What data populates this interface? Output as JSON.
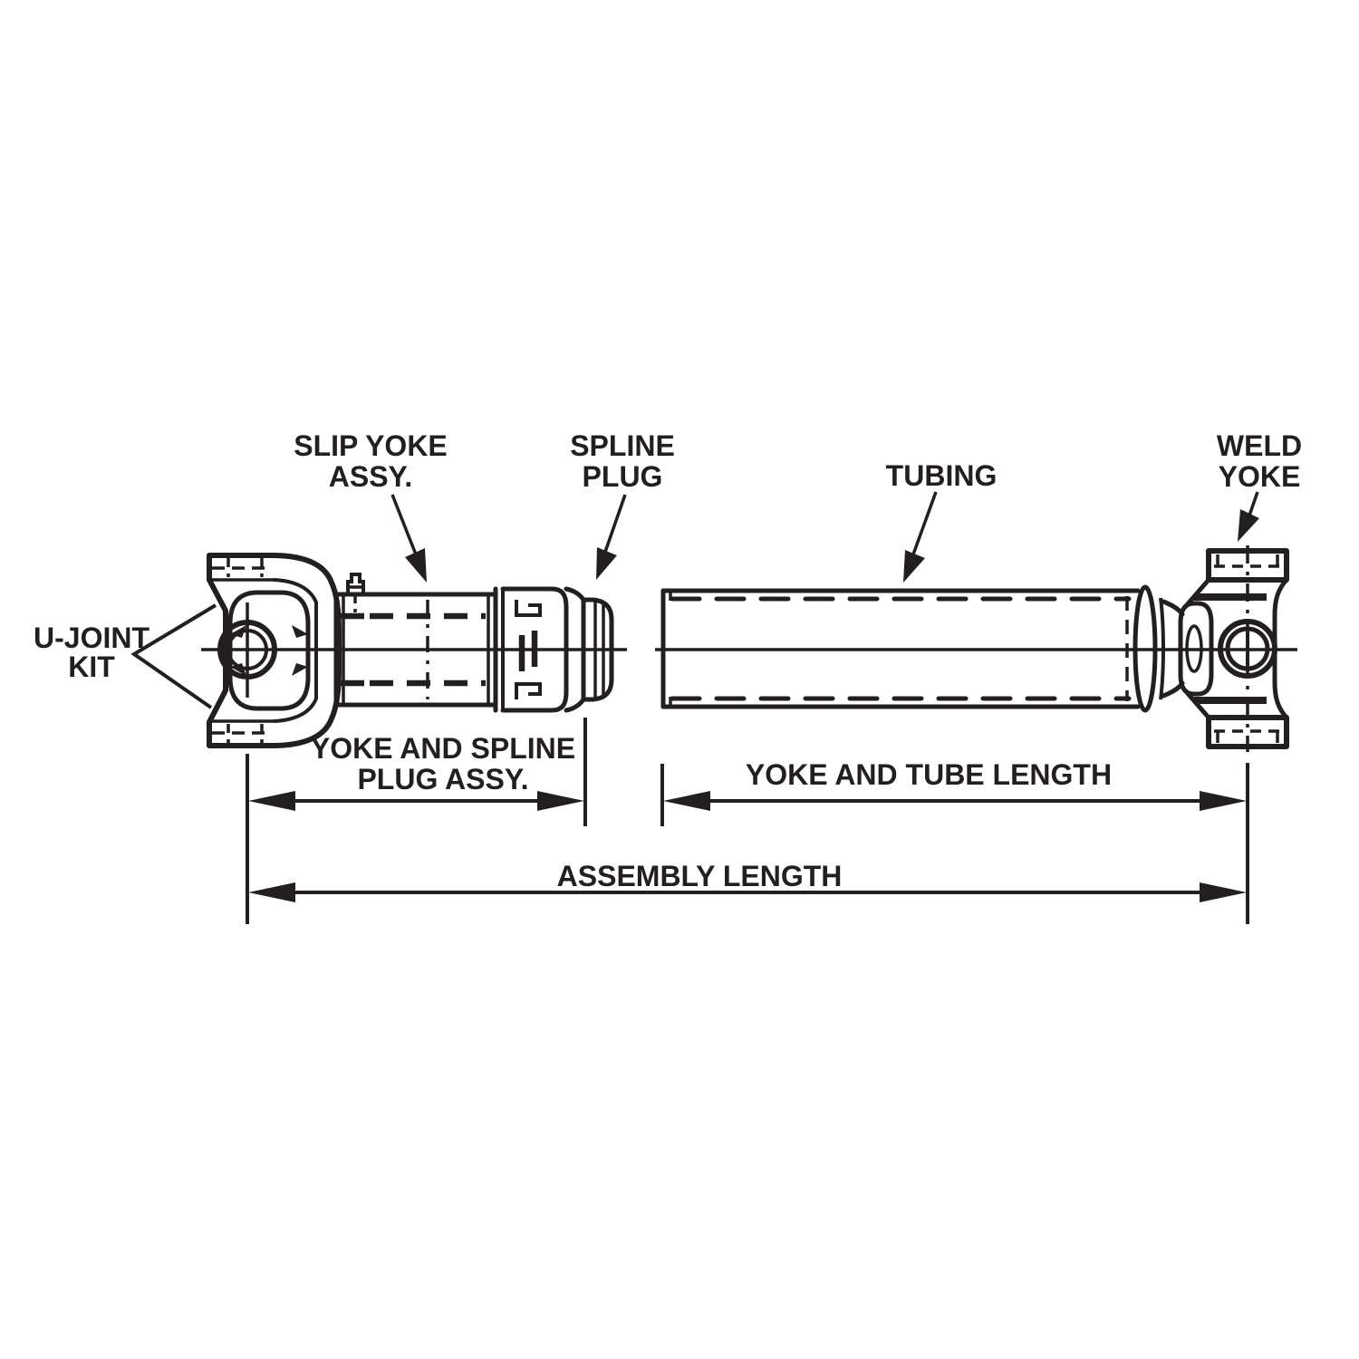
{
  "figure": {
    "background_color": "#ffffff",
    "ink_color": "#231f20",
    "description": "Driveshaft assembly technical line drawing, side view, with part labels and dimension lines"
  },
  "part_labels": {
    "u_joint_kit": {
      "line1": "U-JOINT",
      "line2": "KIT"
    },
    "slip_yoke_assy": {
      "line1": "SLIP YOKE",
      "line2": "ASSY."
    },
    "spline_plug": {
      "line1": "SPLINE",
      "line2": "PLUG"
    },
    "tubing": {
      "text": "TUBING"
    },
    "weld_yoke": {
      "line1": "WELD",
      "line2": "YOKE"
    }
  },
  "dimension_labels": {
    "yoke_and_spline_plug_assy": {
      "line1": "YOKE AND SPLINE",
      "line2": "PLUG ASSY."
    },
    "yoke_and_tube_length": {
      "text": "YOKE AND TUBE LENGTH"
    },
    "assembly_length": {
      "text": "ASSEMBLY LENGTH"
    }
  }
}
